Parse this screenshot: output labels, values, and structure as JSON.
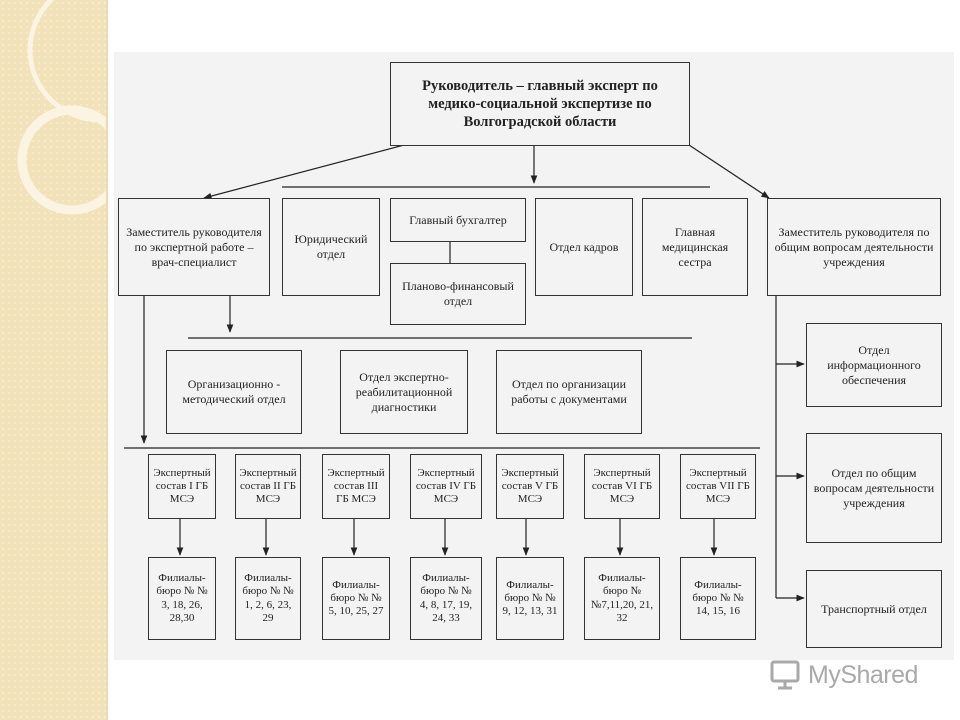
{
  "nodes": {
    "head": "Руководитель – главный эксперт по медико-социальной экспертизе по Волгоградской области",
    "deputy_expert": "Заместитель руководителя по экспертной работе – врач-специалист",
    "legal": "Юридический отдел",
    "chief_accountant": "Главный бухгалтер",
    "planning_finance": "Планово-финансовый отдел",
    "hr": "Отдел кадров",
    "head_nurse": "Главная медицинская сестра",
    "deputy_general": "Заместитель руководителя по общим вопросам деятельности учреждения",
    "org_method": "Организационно - методический отдел",
    "rehab_diag": "Отдел экспертно-реабилитационной диагностики",
    "documents": "Отдел по организации работы с документами",
    "info": "Отдел информационного обеспечения",
    "general_affairs": "Отдел по общим вопросам деятельности учреждения",
    "transport": "Транспортный отдел"
  },
  "compositions": [
    {
      "name": "Экспертный состав I ГБ МСЭ",
      "branches": "Филиалы-бюро № № 3, 18, 26, 28,30"
    },
    {
      "name": "Экспертный состав II ГБ МСЭ",
      "branches": "Филиалы-бюро № № 1, 2, 6, 23, 29"
    },
    {
      "name": "Экспертный состав III ГБ МСЭ",
      "branches": "Филиалы-бюро № № 5, 10, 25, 27"
    },
    {
      "name": "Экспертный состав IV ГБ МСЭ",
      "branches": "Филиалы-бюро № № 4, 8, 17, 19, 24, 33"
    },
    {
      "name": "Экспертный состав V ГБ МСЭ",
      "branches": "Филиалы-бюро № № 9, 12, 13, 31"
    },
    {
      "name": "Экспертный состав VI ГБ МСЭ",
      "branches": "Филиалы-бюро № №7,11,20, 21, 32"
    },
    {
      "name": "Экспертный состав VII ГБ МСЭ",
      "branches": "Филиалы-бюро № № 14, 15, 16"
    }
  ],
  "watermark": {
    "text": "MyShared",
    "icon": "myshared-logo-icon"
  },
  "colors": {
    "slide": "#f3f3f3",
    "strip": "#f1e2b9",
    "line": "#333333"
  }
}
